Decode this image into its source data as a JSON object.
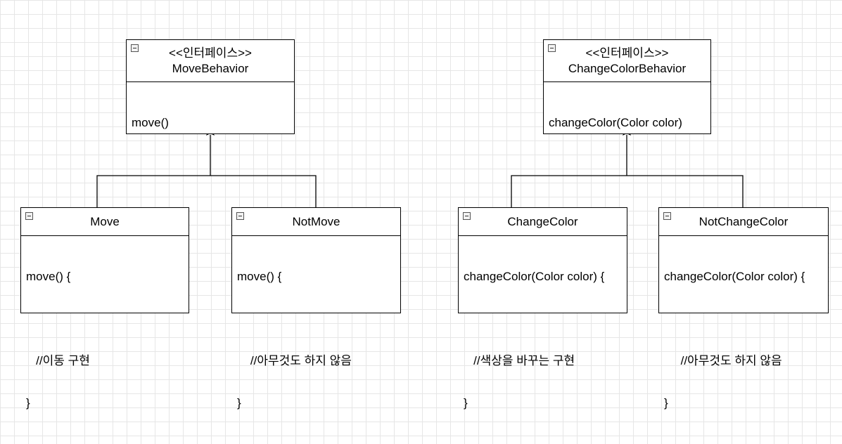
{
  "interfaces": [
    {
      "id": "move-behavior",
      "stereotype": "<<인터페이스>>",
      "name": "MoveBehavior",
      "members": [
        "move()"
      ]
    },
    {
      "id": "change-color-behavior",
      "stereotype": "<<인터페이스>>",
      "name": "ChangeColorBehavior",
      "members": [
        "changeColor(Color color)"
      ]
    }
  ],
  "classes": [
    {
      "id": "move",
      "name": "Move",
      "body": [
        "move() {",
        "",
        "   //이동 구현",
        "}"
      ]
    },
    {
      "id": "not-move",
      "name": "NotMove",
      "body": [
        "move() {",
        "",
        "    //아무것도 하지 않음",
        "}"
      ]
    },
    {
      "id": "change-color",
      "name": "ChangeColor",
      "body": [
        "changeColor(Color color) {",
        "",
        "   //색상을 바꾸는 구현",
        "}"
      ]
    },
    {
      "id": "not-change-color",
      "name": "NotChangeColor",
      "body": [
        "changeColor(Color color) {",
        "",
        "     //아무것도 하지 않음",
        "}"
      ]
    }
  ]
}
